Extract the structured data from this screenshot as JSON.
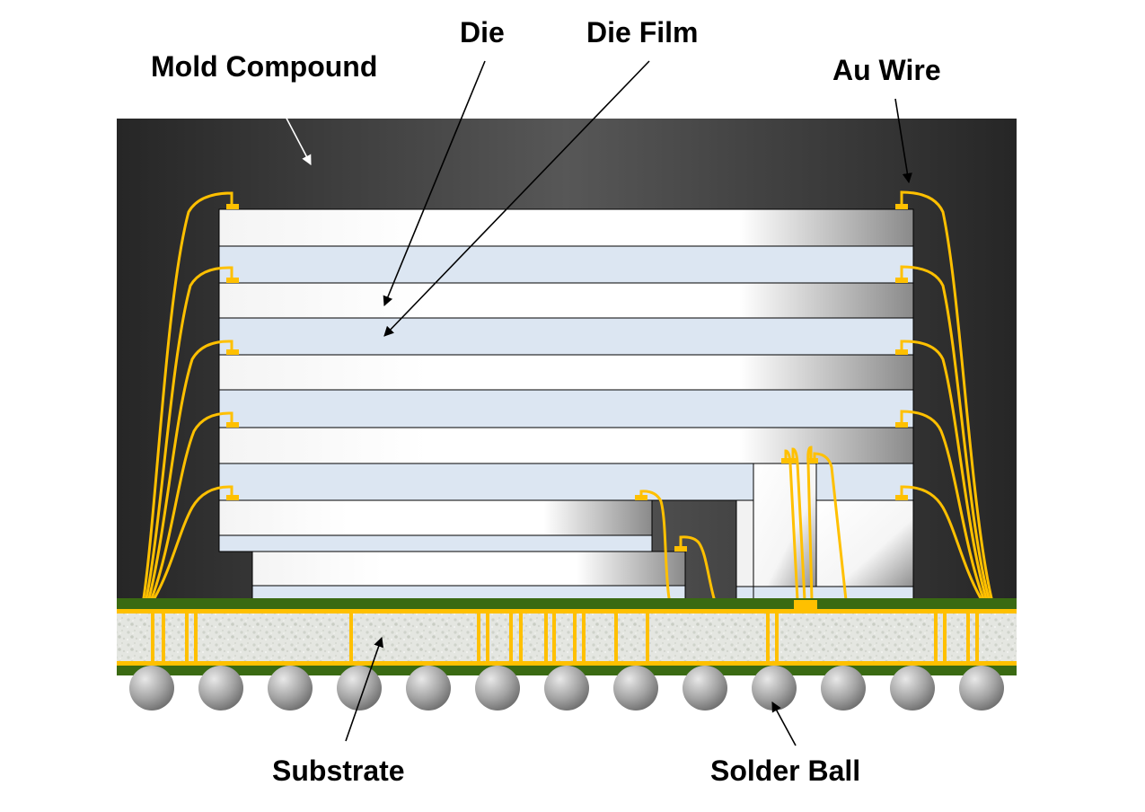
{
  "labels": {
    "mold_compound": "Mold Compound",
    "die": "Die",
    "die_film": "Die Film",
    "au_wire": "Au Wire",
    "substrate": "Substrate",
    "solder_ball": "Solder Ball"
  },
  "colors": {
    "mold": "#2b2b2b",
    "mold_highlight": "#5a5a5a",
    "die_film": "#dce6f2",
    "die_light": "#ffffff",
    "die_dark": "#8c8c8c",
    "wire": "#ffc000",
    "substrate_core": "#e3e6e0",
    "substrate_mask": "#3a6a12",
    "solder_ball": "#a6a6a6"
  },
  "counts": {
    "solder_balls": 13
  }
}
